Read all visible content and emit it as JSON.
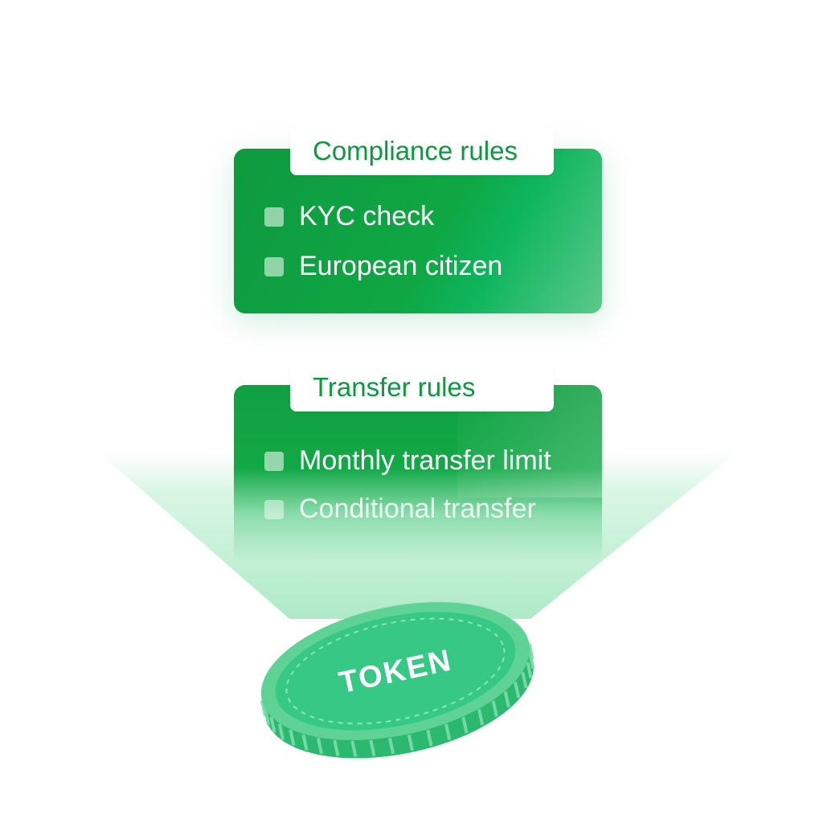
{
  "compliance": {
    "title": "Compliance rules",
    "items": [
      {
        "label": "KYC check"
      },
      {
        "label": "European citizen"
      }
    ]
  },
  "transfer": {
    "title": "Transfer rules",
    "items": [
      {
        "label": "Monthly transfer limit"
      },
      {
        "label": "Conditional transfer"
      }
    ]
  },
  "token": {
    "label": "TOKEN"
  },
  "colors": {
    "brand_green": "#0fa744",
    "coin_face": "#36c885",
    "coin_edge": "#2bb86f",
    "tab_text": "#0a9a3e"
  }
}
